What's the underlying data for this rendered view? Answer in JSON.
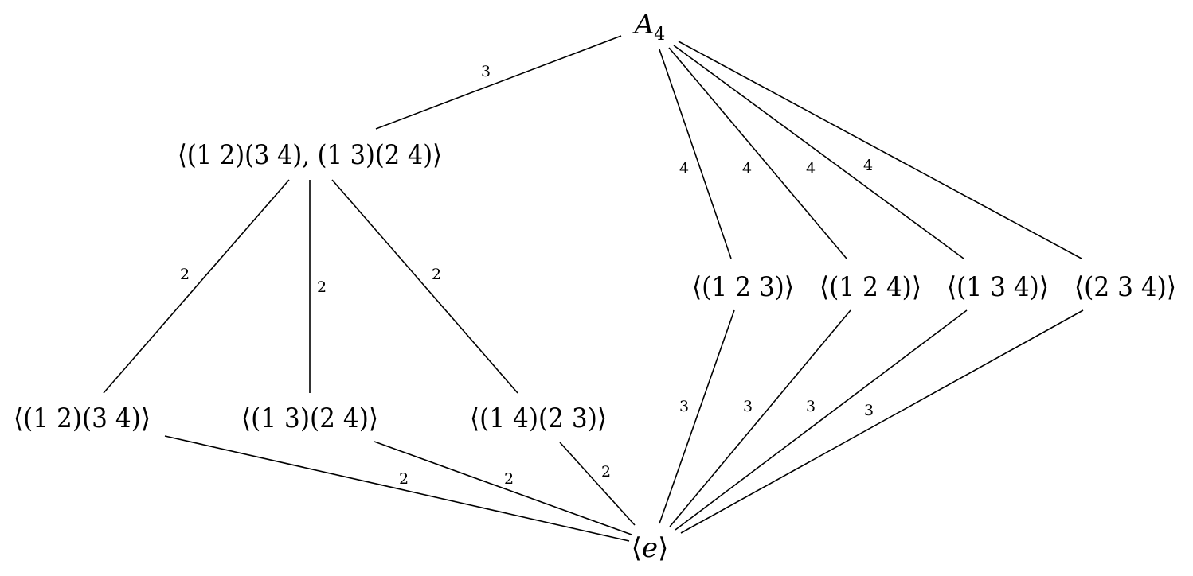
{
  "nodes": {
    "a4": {
      "label": "A",
      "subscript": "4"
    },
    "v4": {
      "label": "⟨(1 2)(3 4), (1 3)(2 4)⟩"
    },
    "c2a": {
      "label": "⟨(1 2)(3 4)⟩"
    },
    "c2b": {
      "label": "⟨(1 3)(2 4)⟩"
    },
    "c2c": {
      "label": "⟨(1 4)(2 3)⟩"
    },
    "c3a": {
      "label": "⟨(1 2 3)⟩"
    },
    "c3b": {
      "label": "⟨(1 2 4)⟩"
    },
    "c3c": {
      "label": "⟨(1 3 4)⟩"
    },
    "c3d": {
      "label": "⟨(2 3 4)⟩"
    },
    "e": {
      "label": "⟨",
      "ital": "e",
      "close": "⟩"
    }
  },
  "edges": [
    {
      "id": "a4-v4",
      "index": "3"
    },
    {
      "id": "a4-c3a",
      "index": "4"
    },
    {
      "id": "a4-c3b",
      "index": "4"
    },
    {
      "id": "a4-c3c",
      "index": "4"
    },
    {
      "id": "a4-c3d",
      "index": "4"
    },
    {
      "id": "v4-c2a",
      "index": "2"
    },
    {
      "id": "v4-c2b",
      "index": "2"
    },
    {
      "id": "v4-c2c",
      "index": "2"
    },
    {
      "id": "c2a-e",
      "index": "2"
    },
    {
      "id": "c2b-e",
      "index": "2"
    },
    {
      "id": "c2c-e",
      "index": "2"
    },
    {
      "id": "c3a-e",
      "index": "3"
    },
    {
      "id": "c3b-e",
      "index": "3"
    },
    {
      "id": "c3c-e",
      "index": "3"
    },
    {
      "id": "c3d-e",
      "index": "3"
    }
  ]
}
